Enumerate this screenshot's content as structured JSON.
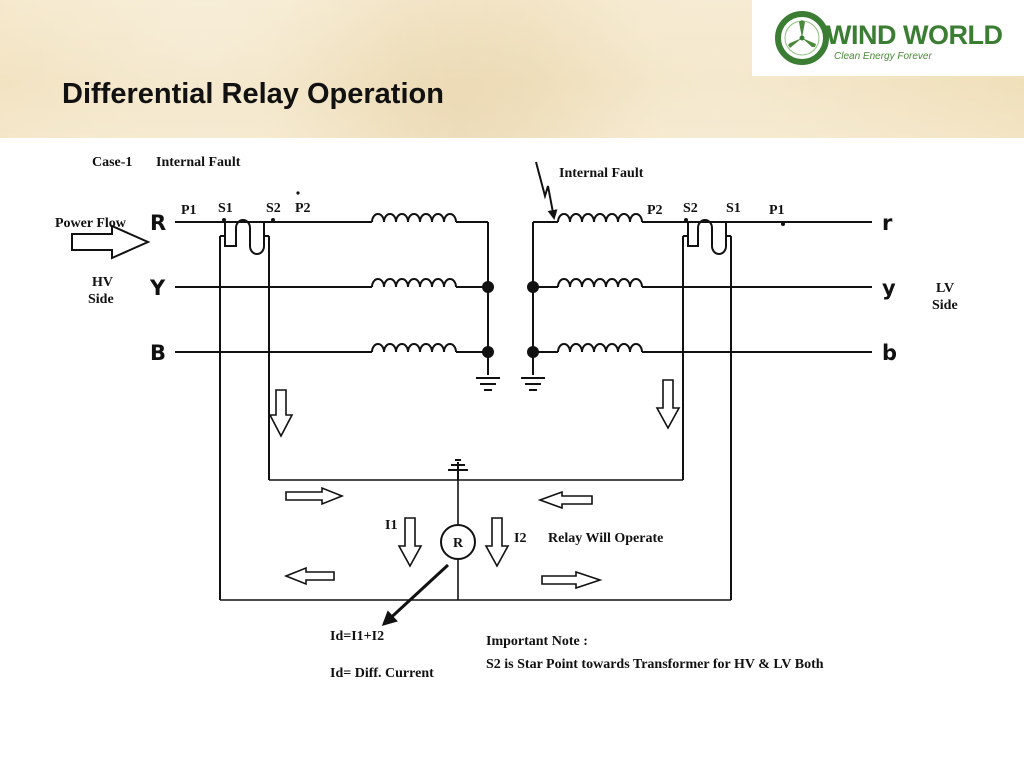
{
  "title": "Differential Relay Operation",
  "logo": {
    "name": "WIND WORLD",
    "tagline": "Clean Energy Forever",
    "icon": "wind-turbine-icon",
    "color": "#3a7d33"
  },
  "diagram": {
    "case_label": "Case-1",
    "case_fault": "Internal Fault",
    "power_flow": "Power Flow",
    "hv_side": [
      "HV",
      "Side"
    ],
    "lv_side": [
      "LV",
      "Side"
    ],
    "hv_phases": [
      "R",
      "Y",
      "B"
    ],
    "lv_phases": [
      "r",
      "y",
      "b"
    ],
    "ct_hv_terminals": {
      "p1": "P1",
      "s1": "S1",
      "s2": "S2",
      "p2": "P2"
    },
    "ct_lv_terminals": {
      "p2": "P2",
      "s2": "S2",
      "s1": "S1",
      "p1": "P1"
    },
    "fault_label": "Internal Fault",
    "relay_symbol": "R",
    "i1": "I1",
    "i2": "I2",
    "relay_status": "Relay Will Operate",
    "id_eq": "Id=I1+I2",
    "id_desc": "Id= Diff. Current",
    "note_title": "Important Note :",
    "note_text": "S2 is Star Point towards Transformer for HV & LV Both"
  }
}
